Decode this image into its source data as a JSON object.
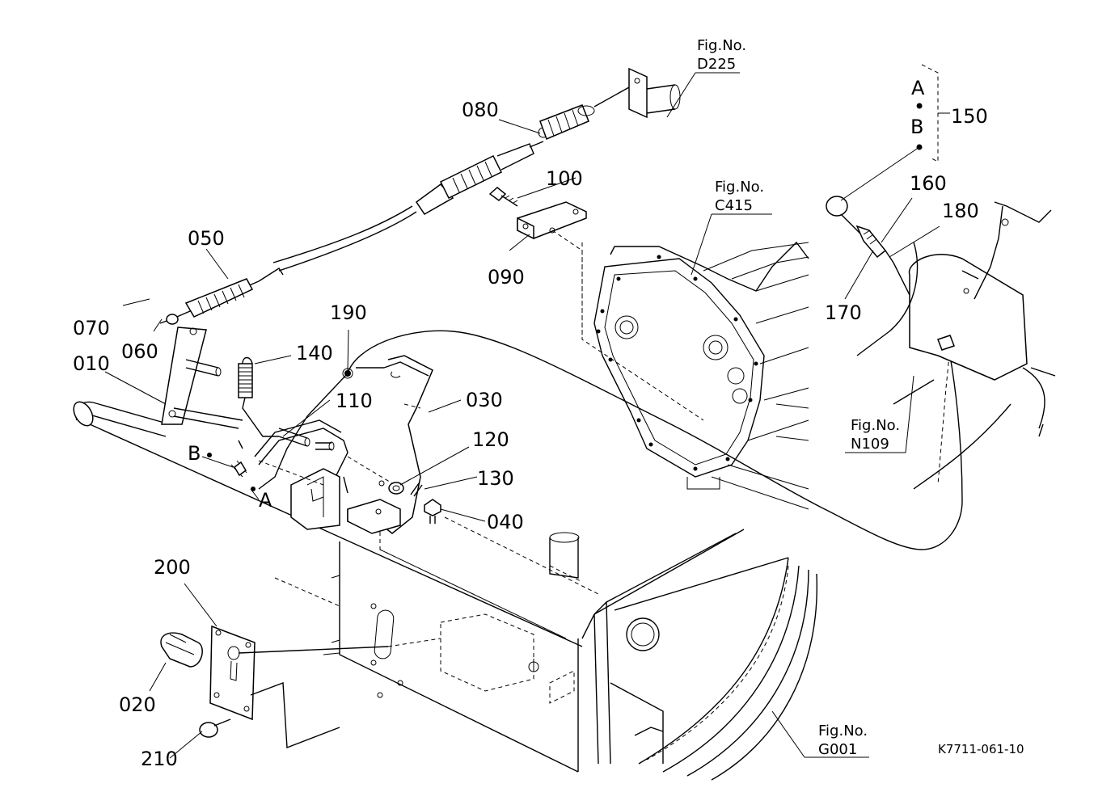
{
  "parts": [
    {
      "id": "p010",
      "label": "010"
    },
    {
      "id": "p020",
      "label": "020"
    },
    {
      "id": "p030",
      "label": "030"
    },
    {
      "id": "p040",
      "label": "040"
    },
    {
      "id": "p050",
      "label": "050"
    },
    {
      "id": "p060",
      "label": "060"
    },
    {
      "id": "p070",
      "label": "070"
    },
    {
      "id": "p080",
      "label": "080"
    },
    {
      "id": "p090",
      "label": "090"
    },
    {
      "id": "p100",
      "label": "100"
    },
    {
      "id": "p110",
      "label": "110"
    },
    {
      "id": "p120",
      "label": "120"
    },
    {
      "id": "p130",
      "label": "130"
    },
    {
      "id": "p140",
      "label": "140"
    },
    {
      "id": "p150",
      "label": "150"
    },
    {
      "id": "p160",
      "label": "160"
    },
    {
      "id": "p170",
      "label": "170"
    },
    {
      "id": "p180",
      "label": "180"
    },
    {
      "id": "p190",
      "label": "190"
    },
    {
      "id": "p200",
      "label": "200"
    },
    {
      "id": "p210",
      "label": "210"
    }
  ],
  "markers": {
    "a_label": "A",
    "b_label": "B",
    "dot": "•"
  },
  "references": [
    {
      "id": "d225",
      "line1": "Fig.No.",
      "line2": "D225"
    },
    {
      "id": "c415",
      "line1": "Fig.No.",
      "line2": "C415"
    },
    {
      "id": "n109",
      "line1": "Fig.No.",
      "line2": "N109"
    },
    {
      "id": "g001",
      "line1": "Fig.No.",
      "line2": "G001"
    }
  ],
  "drawing_code": "K7711-061-10"
}
